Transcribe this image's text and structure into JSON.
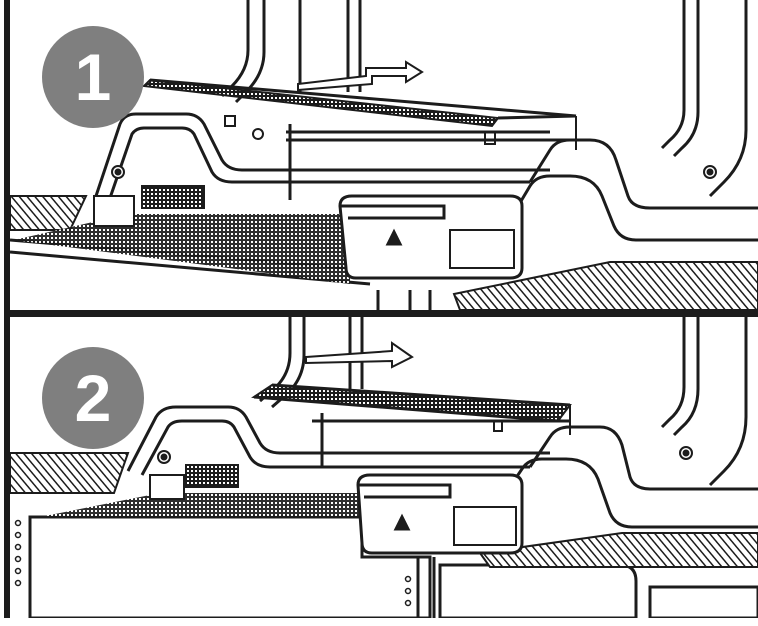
{
  "steps": [
    {
      "number": "1",
      "badge_color": "#7f7f7f",
      "arrow_direction": "right"
    },
    {
      "number": "2",
      "badge_color": "#7f7f7f",
      "arrow_direction": "right"
    }
  ],
  "colors": {
    "line": "#1c1c1c",
    "badge": "#7f7f7f",
    "background": "#ffffff"
  }
}
